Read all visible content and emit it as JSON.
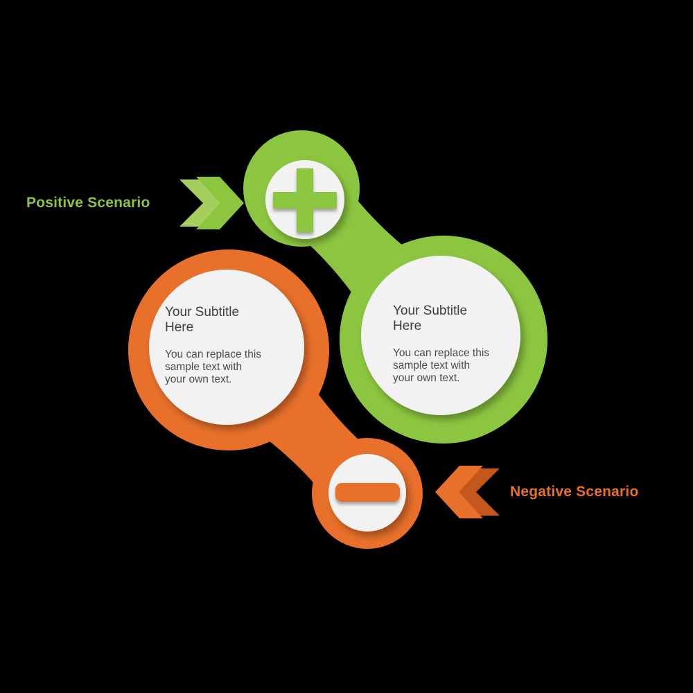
{
  "colors": {
    "background": "#000000",
    "green": "#8CC63F",
    "green_rear": "#A4CE5E",
    "orange": "#E8702A",
    "orange_rear": "#C4571B",
    "inner_circle": "#F2F2F2",
    "subtitle_text": "#3E3E3E",
    "body_text": "#4B4B4B"
  },
  "positive": {
    "label": "Positive Scenario",
    "icon": "plus-icon",
    "card": {
      "subtitle": "Your Subtitle Here",
      "subtitle_lines": [
        "Your Subtitle",
        "Here"
      ],
      "body": "You can replace this sample text with your own text.",
      "body_lines": [
        "You can replace this",
        "sample text with",
        "your own text."
      ]
    }
  },
  "negative": {
    "label": "Negative Scenario",
    "icon": "minus-icon",
    "card": {
      "subtitle": "Your Subtitle Here",
      "subtitle_lines": [
        "Your Subtitle",
        "Here"
      ],
      "body": "You can replace this sample text with your own text.",
      "body_lines": [
        "You can replace this",
        "sample text with",
        "your own text."
      ]
    }
  }
}
